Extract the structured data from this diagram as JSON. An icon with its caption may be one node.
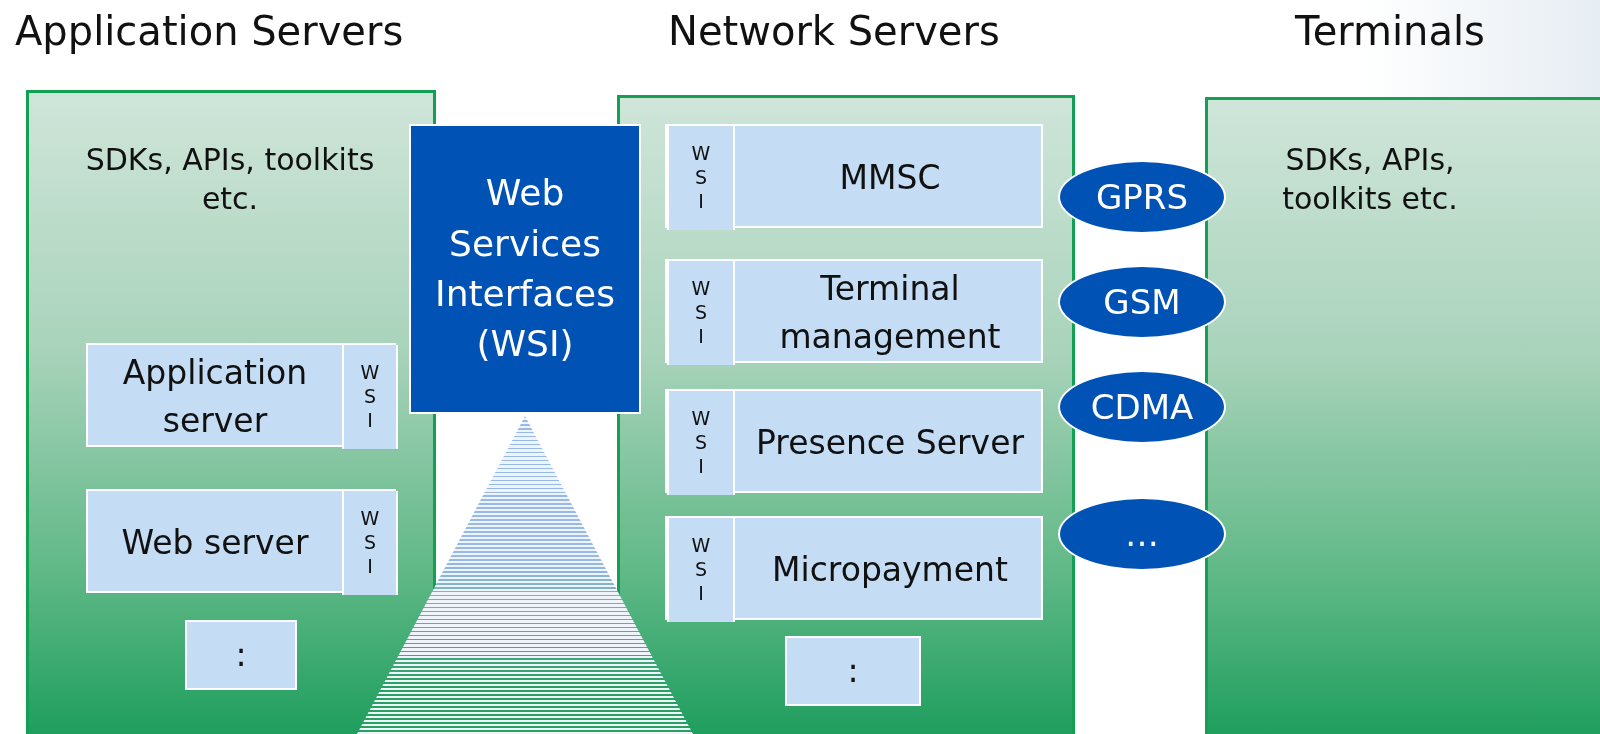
{
  "diagram": {
    "nodes": [
      {
        "text": [
          "Application Servers",
          "SDKs, APIs, toolkits etc."
        ]
      },
      {
        "text": [
          "Application server"
        ],
        "in": 0
      },
      {
        "text": [
          "W S I"
        ],
        "in": 1
      },
      {
        "text": [
          "Web server"
        ],
        "in": 0
      },
      {
        "text": [
          "W S I"
        ],
        "in": 3
      },
      {
        "text": [
          ":"
        ],
        "in": 0
      },
      {
        "text": [
          "Web Services Interfaces (WSI)"
        ]
      },
      {
        "text": [
          "Network Servers"
        ]
      },
      {
        "text": [
          "MMSC"
        ],
        "in": 7
      },
      {
        "text": [
          "W S I"
        ],
        "in": 8
      },
      {
        "text": [
          "Terminal management"
        ],
        "in": 7
      },
      {
        "text": [
          "W S I"
        ],
        "in": 10
      },
      {
        "text": [
          "Presence Server"
        ],
        "in": 7
      },
      {
        "text": [
          "W S I"
        ],
        "in": 12
      },
      {
        "text": [
          "Micropayment"
        ],
        "in": 7
      },
      {
        "text": [
          "W S I"
        ],
        "in": 14
      },
      {
        "text": [
          ":"
        ],
        "in": 7
      },
      {
        "text": [
          "GPRS"
        ]
      },
      {
        "text": [
          "GSM"
        ]
      },
      {
        "text": [
          "CDMA"
        ]
      },
      {
        "text": [
          "…"
        ]
      },
      {
        "text": [
          "Terminals",
          "SDKs, APIs, toolkits etc."
        ]
      }
    ],
    "edges": []
  }
}
